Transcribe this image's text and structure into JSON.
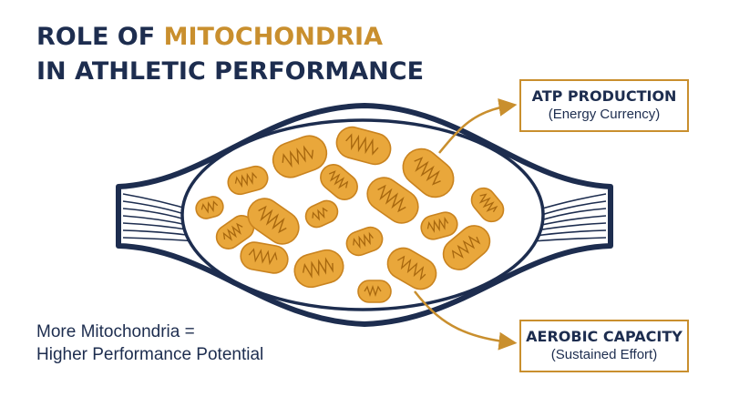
{
  "title": {
    "line1_prefix": "ROLE OF ",
    "line1_accent": "MITOCHONDRIA",
    "line2": "IN ATHLETIC PERFORMANCE"
  },
  "callouts": {
    "atp": {
      "heading": "ATP PRODUCTION",
      "subtext": "(Energy Currency)"
    },
    "aerobic": {
      "heading": "AEROBIC CAPACITY",
      "subtext": "(Sustained Effort)"
    }
  },
  "tagline": {
    "line1": "More Mitochondria =",
    "line2": "Higher Performance Potential"
  },
  "colors": {
    "navy": "#1d2d4f",
    "gold": "#c98f2e",
    "mito_fill": "#e9a73b",
    "mito_stroke": "#c9831f"
  },
  "icons": {
    "arrow_up": "curved-arrow-to-atp-icon",
    "arrow_down": "curved-arrow-to-aerobic-icon"
  }
}
